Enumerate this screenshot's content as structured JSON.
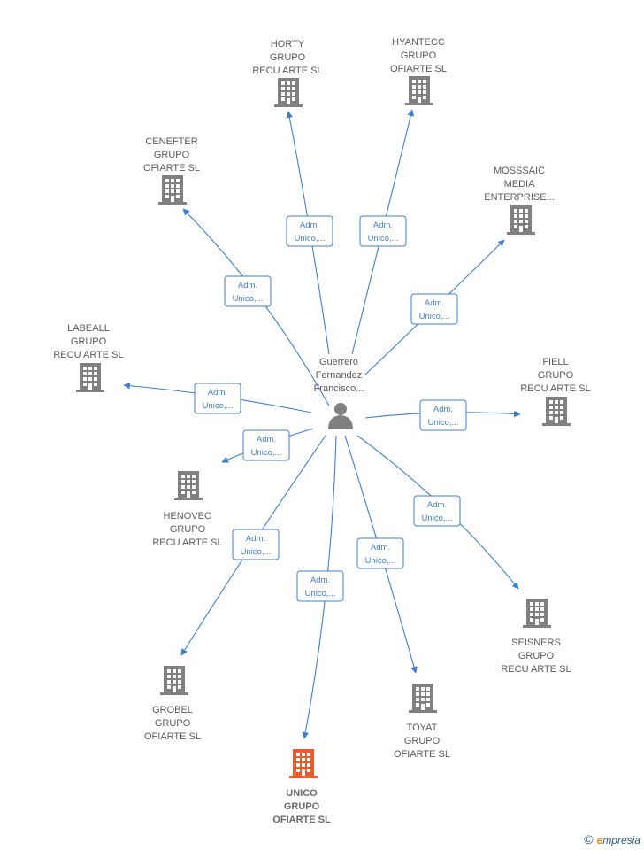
{
  "person": {
    "name_lines": [
      "Guerrero",
      "Fernandez",
      "Francisco..."
    ]
  },
  "role_label": [
    "Adm.",
    "Unico,..."
  ],
  "colors": {
    "edge": "#3f7fd0",
    "building": "#808080",
    "highlight": "#f05a28"
  },
  "icons": {
    "person": "person-icon",
    "company": "building-icon"
  },
  "companies": [
    {
      "id": "horty",
      "lines": [
        "HORTY",
        "GRUPO",
        "RECU ARTE  SL"
      ],
      "highlight": false
    },
    {
      "id": "hyantecc",
      "lines": [
        "HYANTECC",
        "GRUPO",
        "OFIARTE  SL"
      ],
      "highlight": false
    },
    {
      "id": "cenefter",
      "lines": [
        "CENEFTER",
        "GRUPO",
        "OFIARTE  SL"
      ],
      "highlight": false
    },
    {
      "id": "mossaic",
      "lines": [
        "MOSSSAIC",
        "MEDIA",
        "ENTERPRISE..."
      ],
      "highlight": false
    },
    {
      "id": "labeall",
      "lines": [
        "LABEALL",
        "GRUPO",
        "RECU ARTE  SL"
      ],
      "highlight": false
    },
    {
      "id": "fiell",
      "lines": [
        "FIELL",
        "GRUPO",
        "RECU ARTE  SL"
      ],
      "highlight": false
    },
    {
      "id": "henoveo",
      "lines": [
        "HENOVEO",
        "GRUPO",
        "RECU ARTE  SL"
      ],
      "highlight": false
    },
    {
      "id": "seisners",
      "lines": [
        "SEISNERS",
        "GRUPO",
        "RECU ARTE  SL"
      ],
      "highlight": false
    },
    {
      "id": "grobel",
      "lines": [
        "GROBEL",
        "GRUPO",
        "OFIARTE  SL"
      ],
      "highlight": false
    },
    {
      "id": "toyat",
      "lines": [
        "TOYAT",
        "GRUPO",
        "OFIARTE  SL"
      ],
      "highlight": false
    },
    {
      "id": "unico",
      "lines": [
        "UNICO",
        "GRUPO",
        "OFIARTE  SL"
      ],
      "highlight": true
    }
  ],
  "footer": {
    "copyright": "©",
    "brand_initial": "e",
    "brand_rest": "mpresia"
  }
}
